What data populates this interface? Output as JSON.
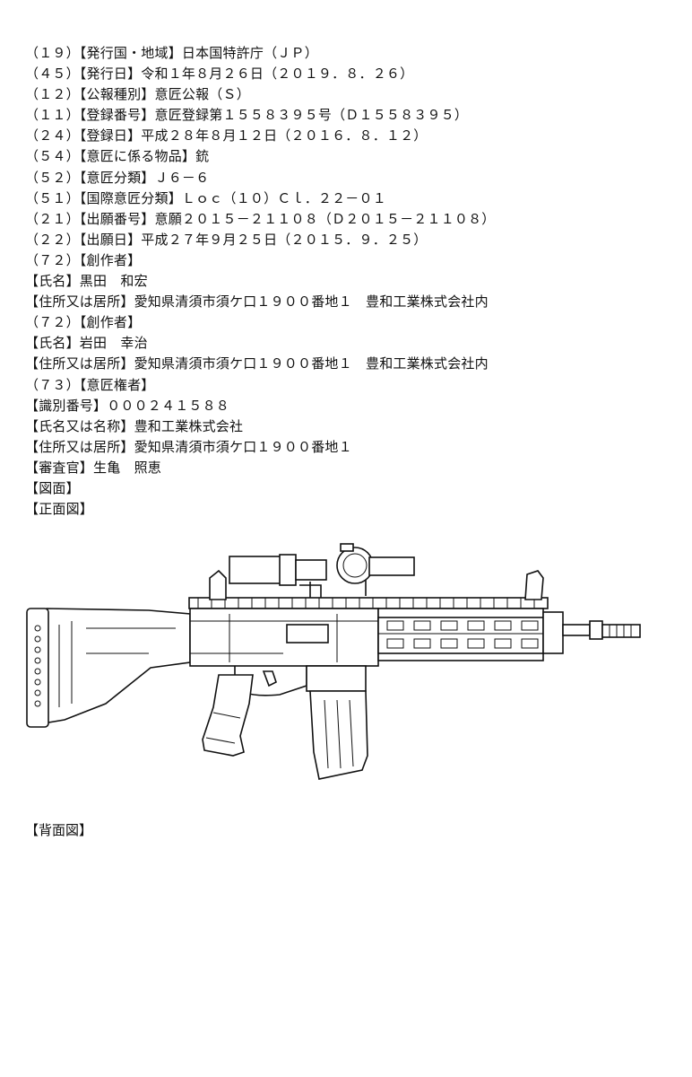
{
  "bibliography": {
    "country": "（１９）【発行国・地域】日本国特許庁（ＪＰ）",
    "issue_date": "（４５）【発行日】令和１年８月２６日（２０１９．８．２６）",
    "gazette_type": "（１２）【公報種別】意匠公報（Ｓ）",
    "registration_number": "（１１）【登録番号】意匠登録第１５５８３９５号（Ｄ１５５８３９５）",
    "registration_date": "（２４）【登録日】平成２８年８月１２日（２０１６．８．１２）",
    "article": "（５４）【意匠に係る物品】銃",
    "classification": "（５２）【意匠分類】Ｊ６－６",
    "intl_classification": "（５１）【国際意匠分類】Ｌｏｃ（１０）Ｃｌ．２２－０１",
    "application_number": "（２１）【出願番号】意願２０１５－２１１０８（Ｄ２０１５－２１１０８）",
    "filing_date": "（２２）【出願日】平成２７年９月２５日（２０１５．９．２５）"
  },
  "creators": [
    {
      "header": "（７２）【創作者】",
      "name": "【氏名】黒田　和宏",
      "address": "【住所又は居所】愛知県清須市須ケ口１９００番地１　豊和工業株式会社内"
    },
    {
      "header": "（７２）【創作者】",
      "name": "【氏名】岩田　幸治",
      "address": "【住所又は居所】愛知県清須市須ケ口１９００番地１　豊和工業株式会社内"
    }
  ],
  "right_holder": {
    "header": "（７３）【意匠権者】",
    "id_number": "【識別番号】０００２４１５８８",
    "name": "【氏名又は名称】豊和工業株式会社",
    "address": "【住所又は居所】愛知県清須市須ケ口１９００番地１"
  },
  "examiner": "【審査官】生亀　照恵",
  "drawings_label": "【図面】",
  "front_view_label": "【正面図】",
  "back_view_label": "【背面図】"
}
